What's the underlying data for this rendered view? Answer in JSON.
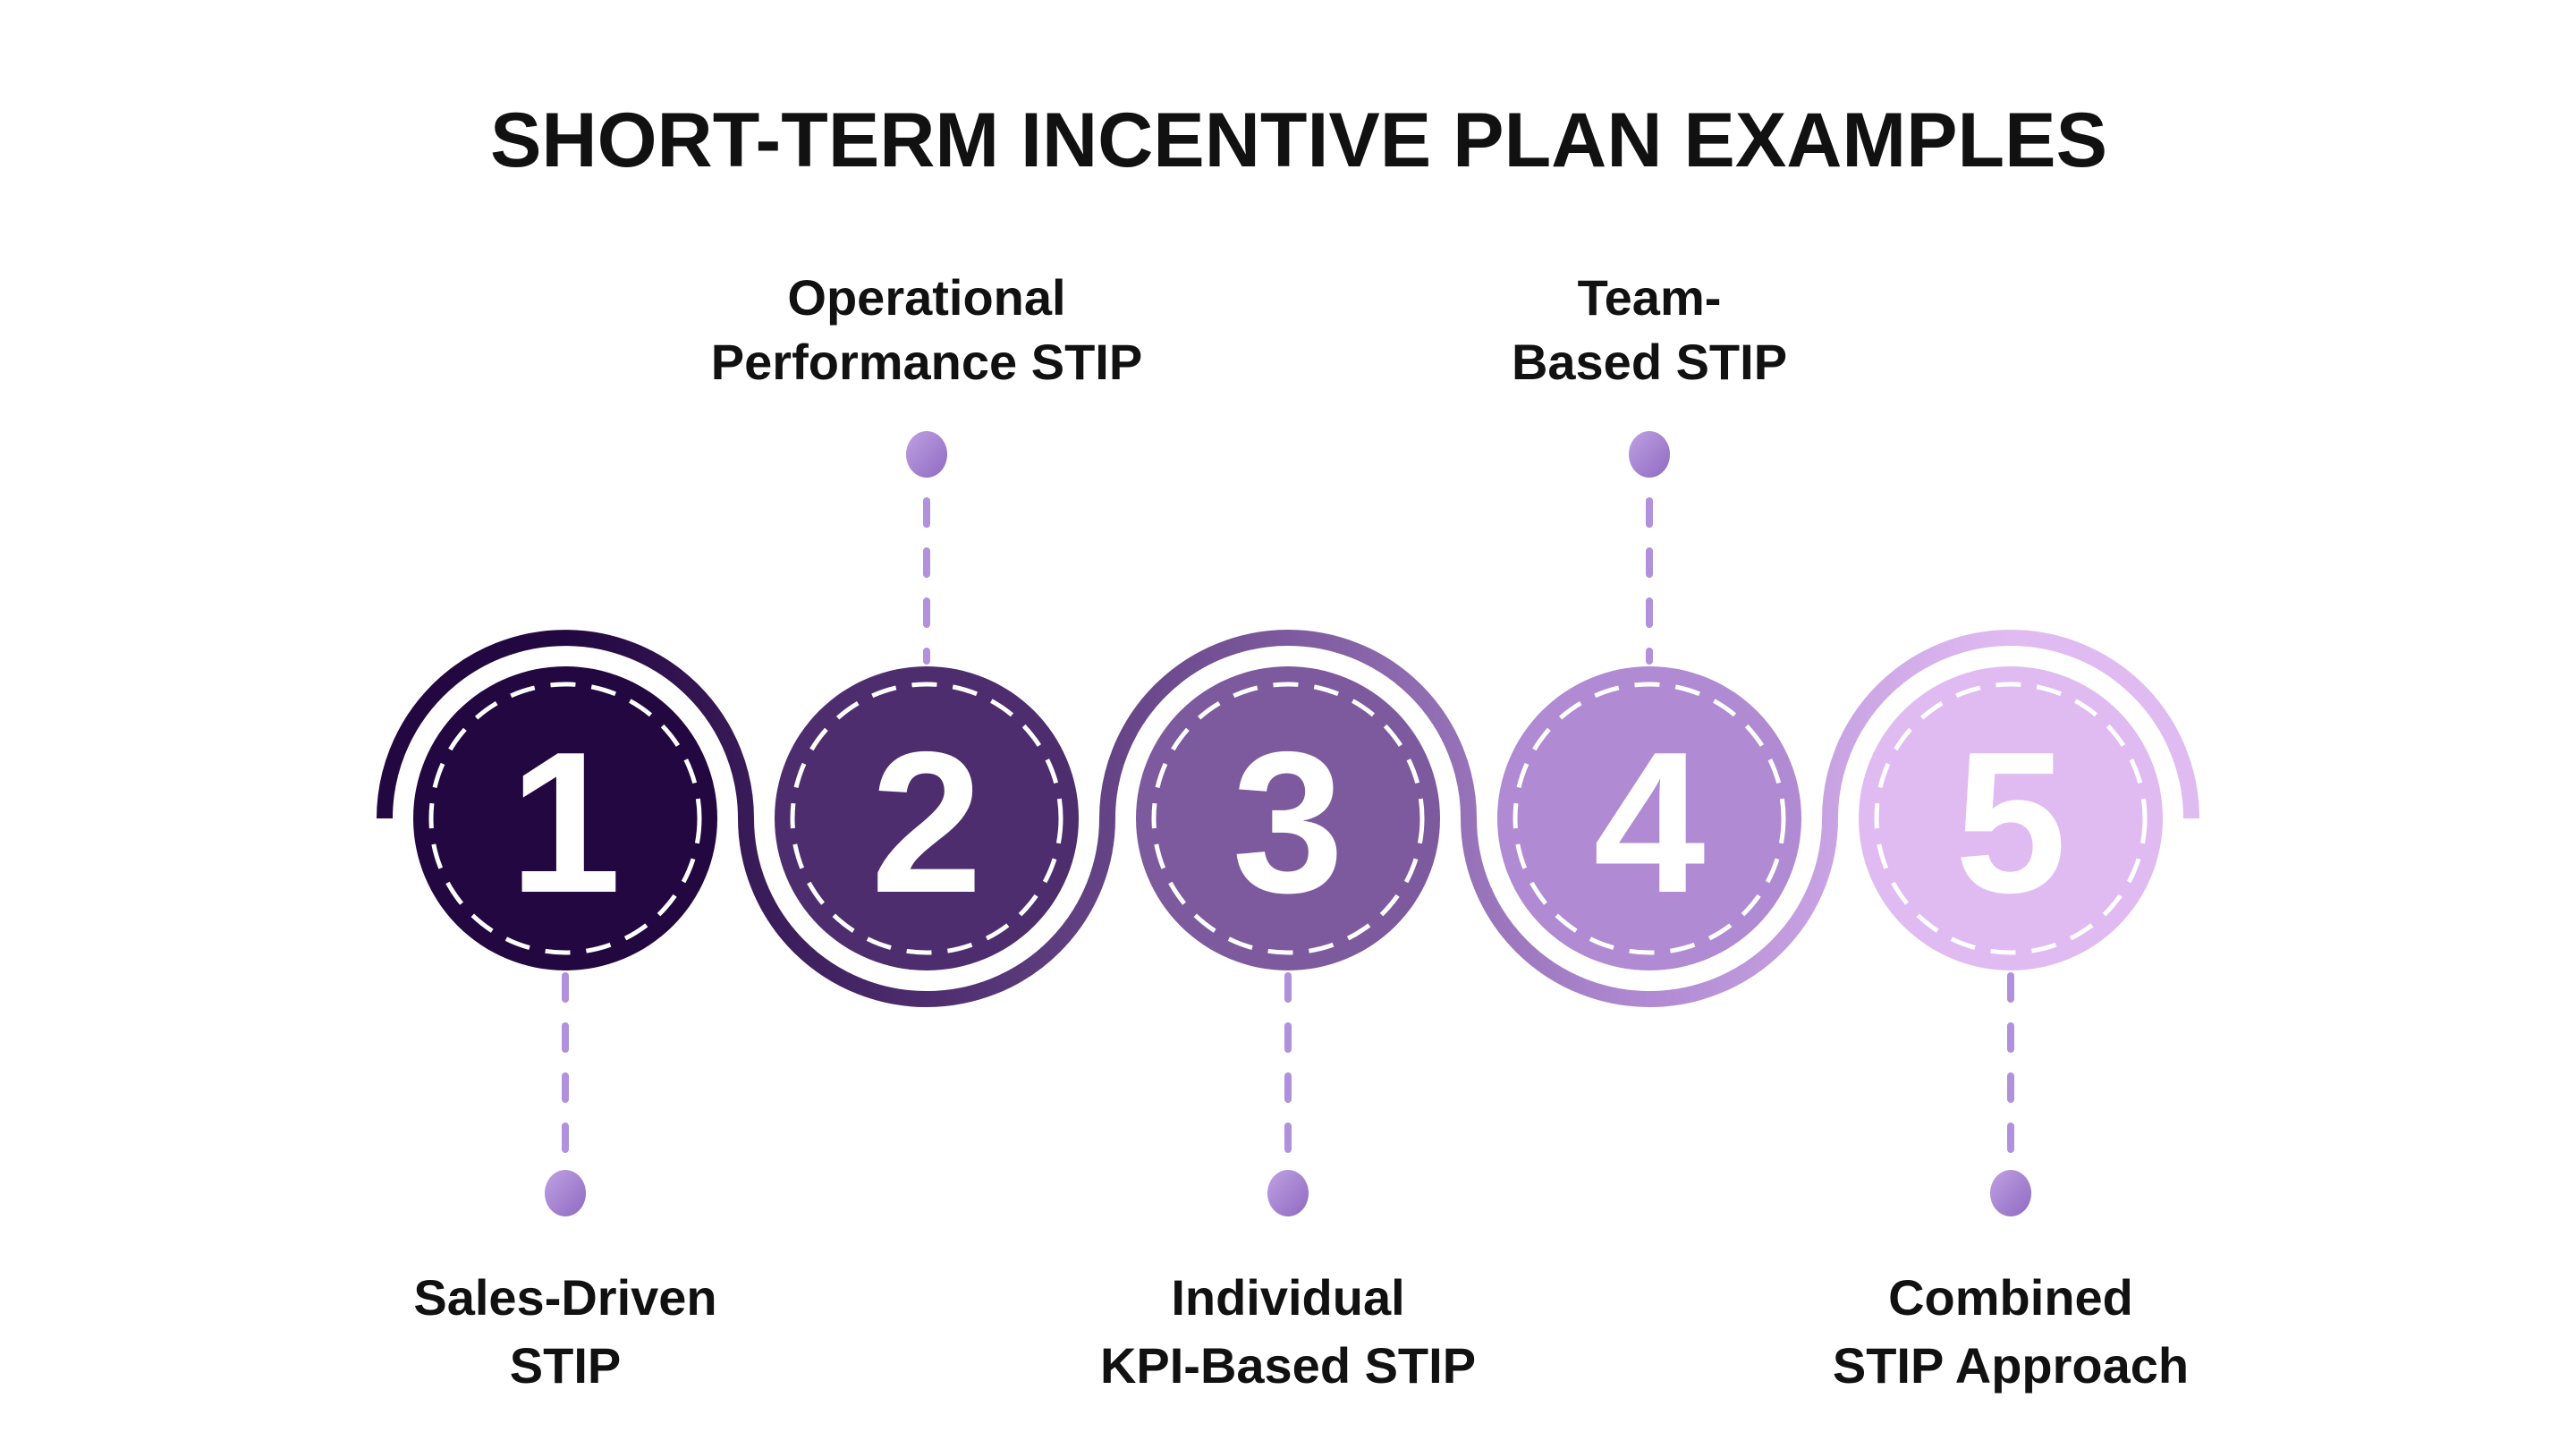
{
  "title": "SHORT-TERM INCENTIVE PLAN EXAMPLES",
  "colors": {
    "background": "#ffffff",
    "title_text": "#111111",
    "label_text": "#111111",
    "number_text": "#ffffff",
    "ring_dash": "#ffffff",
    "connector_line": "#b191dc",
    "dot_gradient_start": "#bfa1e3",
    "dot_gradient_end": "#8f6ac1"
  },
  "steps": [
    {
      "number": "1",
      "color": "#230741",
      "label_line1": "Sales-Driven",
      "label_line2": "STIP",
      "label_position": "bottom"
    },
    {
      "number": "2",
      "color": "#4d2d6e",
      "label_line1": "Operational",
      "label_line2": "Performance STIP",
      "label_position": "top"
    },
    {
      "number": "3",
      "color": "#7d5a9e",
      "label_line1": "Individual",
      "label_line2": "KPI-Based STIP",
      "label_position": "bottom"
    },
    {
      "number": "4",
      "color": "#b08ad2",
      "label_line1": "Team-",
      "label_line2": "Based STIP",
      "label_position": "top"
    },
    {
      "number": "5",
      "color": "#e0bbf2",
      "label_line1": "Combined",
      "label_line2": "STIP Approach",
      "label_position": "bottom"
    }
  ]
}
